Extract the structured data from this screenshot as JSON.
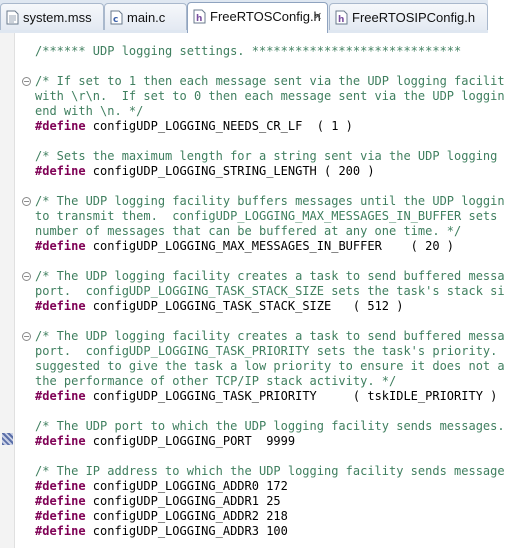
{
  "tabs": [
    {
      "label": "system.mss",
      "icon": "document-icon",
      "active": false
    },
    {
      "label": "main.c",
      "icon": "c-file-icon",
      "active": false
    },
    {
      "label": "FreeRTOSConfig.h",
      "icon": "h-file-icon",
      "active": true,
      "close": "✕"
    },
    {
      "label": "FreeRTOSIPConfig.h",
      "icon": "h-file-icon",
      "active": false
    }
  ],
  "code": [
    {
      "type": "comment",
      "text": "/****** UDP logging settings. *****************************"
    },
    {
      "type": "blank",
      "text": ""
    },
    {
      "type": "comment",
      "fold": "−",
      "text": "/* If set to 1 then each message sent via the UDP logging facilit"
    },
    {
      "type": "comment",
      "text": "with \\r\\n.  If set to 0 then each message sent via the UDP loggin"
    },
    {
      "type": "comment",
      "text": "end with \\n. */"
    },
    {
      "type": "define",
      "kw": "#define",
      "text": " configUDP_LOGGING_NEEDS_CR_LF  ( 1 )"
    },
    {
      "type": "blank",
      "text": ""
    },
    {
      "type": "comment",
      "text": "/* Sets the maximum length for a string sent via the UDP logging"
    },
    {
      "type": "define",
      "kw": "#define",
      "text": " configUDP_LOGGING_STRING_LENGTH ( 200 )"
    },
    {
      "type": "blank",
      "text": ""
    },
    {
      "type": "comment",
      "fold": "−",
      "text": "/* The UDP logging facility buffers messages until the UDP loggin"
    },
    {
      "type": "comment",
      "text": "to transmit them.  configUDP_LOGGING_MAX_MESSAGES_IN_BUFFER sets"
    },
    {
      "type": "comment",
      "text": "number of messages that can be buffered at any one time. */"
    },
    {
      "type": "define",
      "kw": "#define",
      "text": " configUDP_LOGGING_MAX_MESSAGES_IN_BUFFER    ( 20 )"
    },
    {
      "type": "blank",
      "text": ""
    },
    {
      "type": "comment",
      "fold": "−",
      "text": "/* The UDP logging facility creates a task to send buffered messa"
    },
    {
      "type": "comment",
      "text": "port.  configUDP_LOGGING_TASK_STACK_SIZE sets the task's stack si"
    },
    {
      "type": "define",
      "kw": "#define",
      "text": " configUDP_LOGGING_TASK_STACK_SIZE   ( 512 )"
    },
    {
      "type": "blank",
      "text": ""
    },
    {
      "type": "comment",
      "fold": "−",
      "text": "/* The UDP logging facility creates a task to send buffered messa"
    },
    {
      "type": "comment",
      "text": "port.  configUDP_LOGGING_TASK_PRIORITY sets the task's priority."
    },
    {
      "type": "comment",
      "text": "suggested to give the task a low priority to ensure it does not a"
    },
    {
      "type": "comment",
      "text": "the performance of other TCP/IP stack activity. */"
    },
    {
      "type": "define",
      "kw": "#define",
      "text": " configUDP_LOGGING_TASK_PRIORITY     ( tskIDLE_PRIORITY )"
    },
    {
      "type": "blank",
      "text": ""
    },
    {
      "type": "comment",
      "text": "/* The UDP port to which the UDP logging facility sends messages."
    },
    {
      "type": "define",
      "kw": "#define",
      "text": " configUDP_LOGGING_PORT  9999"
    },
    {
      "type": "blank",
      "text": ""
    },
    {
      "type": "comment",
      "text": "/* The IP address to which the UDP logging facility sends message"
    },
    {
      "type": "define",
      "kw": "#define",
      "text": " configUDP_LOGGING_ADDR0 172"
    },
    {
      "type": "define",
      "kw": "#define",
      "text": " configUDP_LOGGING_ADDR1 25"
    },
    {
      "type": "define",
      "kw": "#define",
      "text": " configUDP_LOGGING_ADDR2 218"
    },
    {
      "type": "define",
      "kw": "#define",
      "text": " configUDP_LOGGING_ADDR3 100"
    }
  ]
}
